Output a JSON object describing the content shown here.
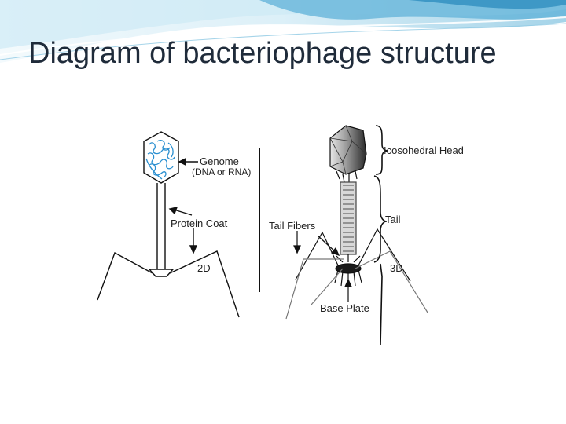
{
  "slide": {
    "title": "Diagram of bacteriophage structure"
  },
  "diagram_2d": {
    "labels": {
      "genome": "Genome",
      "genome_sub": "(DNA or RNA)",
      "protein_coat": "Protein Coat",
      "dimension": "2D"
    }
  },
  "diagram_3d": {
    "labels": {
      "head": "Icosohedral Head",
      "tail": "Tail",
      "tail_fibers": "Tail Fibers",
      "base_plate": "Base Plate",
      "dimension": "3D"
    }
  },
  "colors": {
    "banner_light": "#d6eef7",
    "banner_mid": "#9fd3ea",
    "banner_dark": "#3f9cc6",
    "genome_blue": "#2a8fd0",
    "title_text": "#1f2b3a"
  }
}
